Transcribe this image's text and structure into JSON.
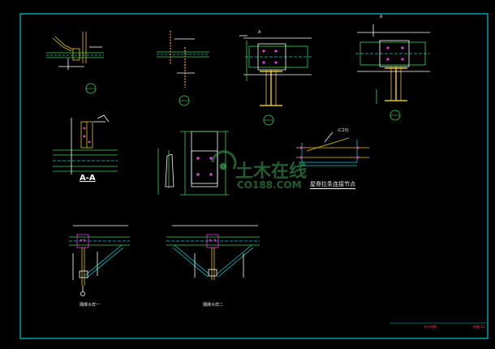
{
  "drawing": {
    "frame_color": "#00c8c8",
    "line_yellow": "#e6c800",
    "line_green": "#39d353",
    "line_cyan": "#00d0d0",
    "bolt_magenta": "#e040e0",
    "steel_orange": "#d08020",
    "background": "#000000"
  },
  "labels": {
    "section_aa": "A-A",
    "purlin_bracing_node": "屋脊拉条连接节点",
    "bracing_detail_1": "隅撑大样一",
    "bracing_detail_2": "隅撑大样二",
    "purlin_tag": "(C20)",
    "callout_a": "A",
    "title_block_left": "节点详图",
    "title_block_right": "结施-11"
  },
  "watermark": {
    "cn": "土木在线",
    "en": "CO188.COM",
    "logo": "logo-mark"
  },
  "icons": {
    "detail_marker": "circle-detail-marker-icon",
    "section_arrow": "section-arrow-icon"
  }
}
